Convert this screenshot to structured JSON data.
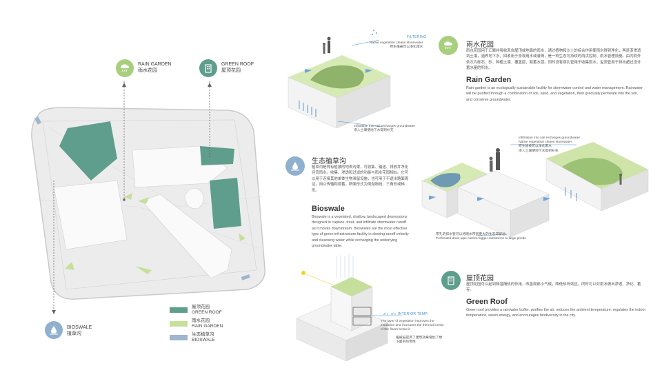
{
  "map_labels": {
    "rain_garden": {
      "en": "RAIN GARDEN",
      "cn": "雨水花园"
    },
    "green_roof": {
      "en": "GREEN ROOF",
      "cn": "屋顶花园"
    },
    "bioswale": {
      "en": "BIOSWALE",
      "cn": "植草沟"
    }
  },
  "legend": [
    {
      "cn": "屋顶花园",
      "en": "GREEN ROOF",
      "color": "#5f9e8c"
    },
    {
      "cn": "雨水花园",
      "en": "RAIN GARDEN",
      "color": "#c6df9a"
    },
    {
      "cn": "生态植草沟",
      "en": "BIOSWALE",
      "color": "#9fb6cc"
    }
  ],
  "rain_garden": {
    "title_cn": "雨水花园",
    "body_cn": "雨水花园用于汇聚并吸收来自屋顶或地面的雨水，通过植物和沙土的综合作用使雨水得到净化，再逐渐渗透到土壤，涵养地下水，回收用于景观用水或灌溉，是一种生态可持续的雨洪控制、雨水管理设施。由内而外依次为砾石、砂、种植土壤、覆盖层，和蓄水层。同时设有穿孔管用于收集雨水，溢流管用于排出超过设计蓄水量的积水。",
    "title_en": "Rain Garden",
    "body_en": "Rain garden is an ecologically sustainable facility for stormwater control and water management. Rainwater will be purified through a combination of soil, sand, and vegetation, then gradually permeate into the soil, and conserve groundwater.",
    "ann_filtering": "FILTERING",
    "ann_veg_en": "Native vegetation cleans stormwater",
    "ann_veg_cn": "原生植被可以净化雨水",
    "ann_inf_en": "Infiltration into soil recharges groundwater",
    "ann_inf_cn": "渗入土壤使地下水得到补充"
  },
  "bioswale": {
    "title_cn": "生态植草沟",
    "body_cn": "植草沟是种有植被的地表沟渠，可收集、输送、排放并净化径流雨水。收集、渗透和过滤的功能与雨水花园相似。它可以用于连接其他单体生物滞留设施，也可用于不透水路面周边，用以传输和调蓄。断面形式为倒抛物线、三角形或梯形。",
    "title_en": "Bioswale",
    "body_en": "Bioswale is a vegetated, shallow, landscaped depressions designed to capture, treat, and infiltrate stormwater runoff as it moves downstream. Bioswales are the most effective type of green infrastructure facility in slowing runoff velocity and cleansing water while recharging the underlying groundwater table.",
    "ann_inf_en": "Infiltration into soil recharges groundwater",
    "ann_veg_en": "Native vegetation cleans stormwater",
    "ann_veg_cn": "原生植被可以净化雨水",
    "ann_inf_cn": "渗入土壤使地下水得到补充",
    "ann_pipe_cn": "带孔的排水管可以将雨水带到更大的生态滞留池",
    "ann_pipe_en": "Perforated drain pipe carries bigger rainstorms to large ponds"
  },
  "green_roof": {
    "title_cn": "屋顶花园",
    "body_cn": "屋顶花园可以起到降温隔热的作用，改善局部小气候，降低热岛效应。同时可以对雨水做出渗透、净化、蓄存。",
    "title_en": "Green Roof",
    "body_en": "Green roof provides a rainwater buffer, purifies the air, reduces the ambient temperature, regulates the indoor temperature, saves energy, and encourages biodiversity in the city.",
    "ann_interior": "INTERIOR TEMP.",
    "ann_temp": "2°c - 5°c",
    "ann_layer_en": "The layer of vegetation improves the insulation and increases the thermal inertia of the floors below it",
    "ann_layer_cn": "植被层提高了建筑效果增加了楼下面的热惰性"
  }
}
